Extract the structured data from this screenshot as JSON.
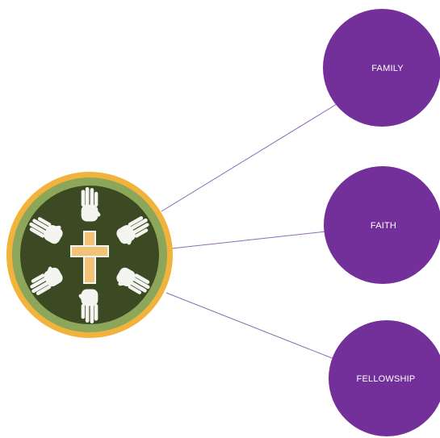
{
  "diagram": {
    "center": {
      "logo_name": "hands-around-cross-emblem",
      "outer_ring_color": "#F2B33D",
      "inner_ring_color": "#8CA65A",
      "disc_color": "#3B4A22",
      "cross_color": "#F2C276",
      "hand_color": "#F4F4F0"
    },
    "nodes": [
      {
        "label": "FAMILY"
      },
      {
        "label": "FAITH"
      },
      {
        "label": "FELLOWSHIP"
      }
    ],
    "node_color": "#73309A",
    "node_text_color": "#FFFFFF",
    "connector_color": "#8E6BB8"
  }
}
